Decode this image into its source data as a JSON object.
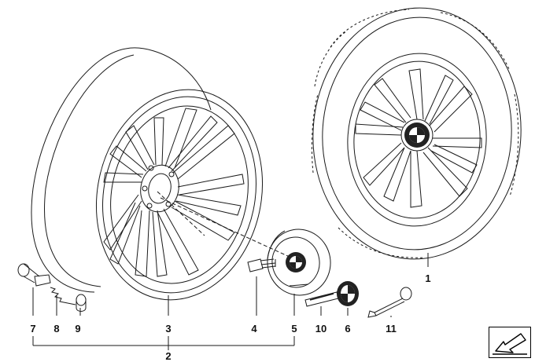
{
  "diagram": {
    "callouts": {
      "c1": "1",
      "c2": "2",
      "c3": "3",
      "c4": "4",
      "c5": "5",
      "c6": "6",
      "c7": "7",
      "c8": "8",
      "c9": "9",
      "c10": "10",
      "c11": "11"
    },
    "parts": [
      "wheel-rim",
      "complete-wheel-with-tire",
      "wheel-bolt",
      "hub-cap",
      "emblem",
      "valve",
      "valve-insert",
      "valve-cap",
      "sticker",
      "lock-key-tool"
    ]
  },
  "navigation": {
    "next_icon": "arrow-down-left-icon"
  },
  "colors": {
    "line": "#1a1a1a",
    "background": "#ffffff",
    "emblem_dark": "#222222"
  }
}
